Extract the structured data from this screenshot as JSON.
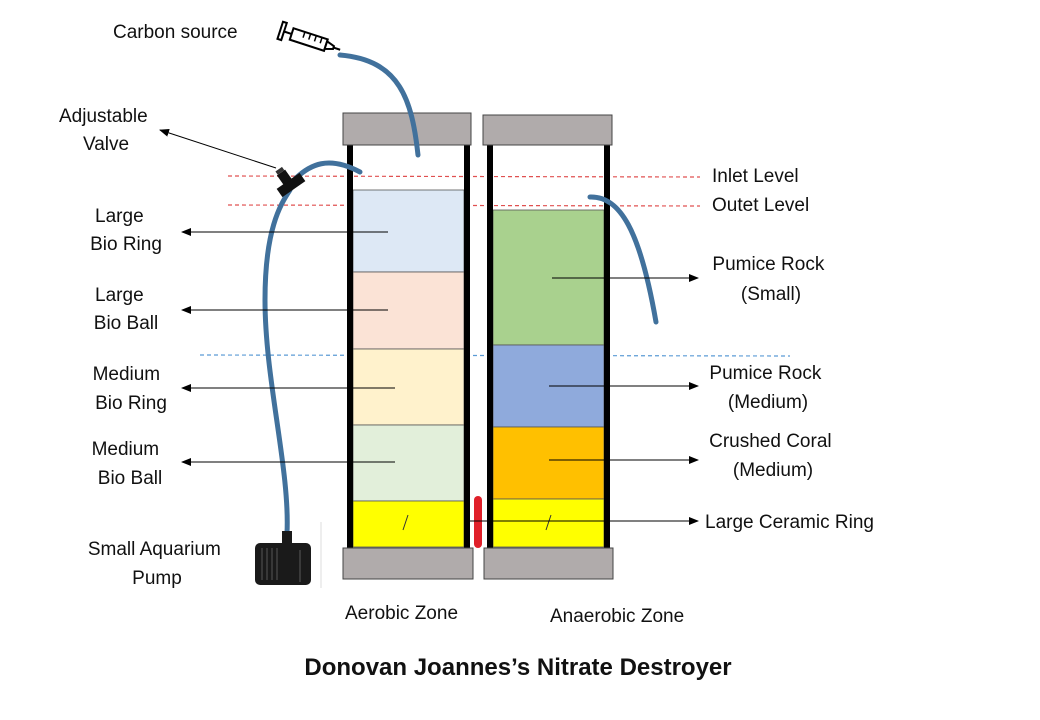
{
  "title": "Donovan Joannes’s Nitrate Destroyer",
  "zones": {
    "aerobic": "Aerobic Zone",
    "anaerobic": "Anaerobic Zone"
  },
  "left_labels": {
    "carbon_source": "Carbon source",
    "valve": [
      "Adjustable",
      "Valve"
    ],
    "large_bio_ring": [
      "Large",
      "Bio Ring"
    ],
    "large_bio_ball": [
      "Large",
      "Bio Ball"
    ],
    "medium_bio_ring": [
      "Medium",
      "Bio Ring"
    ],
    "medium_bio_ball": [
      "Medium",
      "Bio Ball"
    ],
    "pump": [
      "Small Aquarium",
      "Pump"
    ]
  },
  "right_labels": {
    "inlet_level": "Inlet Level",
    "outlet_level": "Outet Level",
    "pumice_small": [
      "Pumice Rock",
      "(Small)"
    ],
    "pumice_medium": [
      "Pumice Rock",
      "(Medium)"
    ],
    "crushed_coral": [
      "Crushed Coral",
      "(Medium)"
    ],
    "ceramic_ring": "Large Ceramic Ring"
  },
  "colors": {
    "large_bio_ring": "#dde8f5",
    "large_bio_ball": "#fbe3d6",
    "medium_bio_ring": "#fff2cc",
    "medium_bio_ball": "#e2efda",
    "ceramic_ring": "#ffff00",
    "pumice_small": "#a9d18e",
    "pumice_medium": "#8faadc",
    "crushed_coral": "#ffc000",
    "tube": "#41719c",
    "cap": "#b0abab",
    "connector": "#e0202a",
    "inlet_line": "#e05050",
    "water_line": "#5b9bd5"
  }
}
